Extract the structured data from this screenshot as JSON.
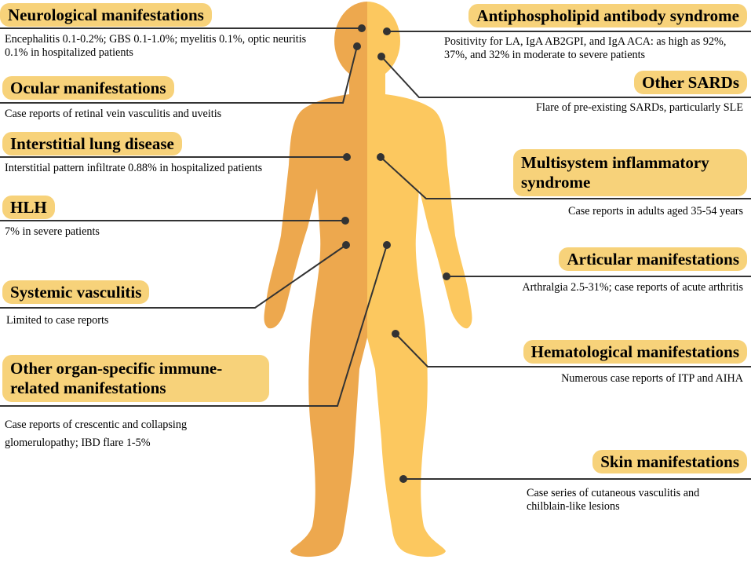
{
  "colors": {
    "body_dark": "#eda84e",
    "body_light": "#fcc85f",
    "pill": "#f7d27a",
    "line": "#333333"
  },
  "left": {
    "neuro": {
      "title": "Neurological manifestations",
      "desc": "Encephalitis 0.1-0.2%; GBS 0.1-1.0%; myelitis 0.1%, optic neuritis 0.1% in hospitalized patients"
    },
    "ocular": {
      "title": "Ocular manifestations",
      "desc": "Case reports of retinal vein vasculitis and uveitis"
    },
    "ild": {
      "title": "Interstitial lung disease",
      "desc": "Interstitial pattern infiltrate 0.88% in hospitalized patients"
    },
    "hlh": {
      "title": "HLH",
      "desc": "7% in severe patients"
    },
    "vasculitis": {
      "title": "Systemic vasculitis",
      "desc": "Limited to case reports"
    },
    "other_organ": {
      "title": "Other organ-specific immune-related manifestations",
      "desc": "Case reports of crescentic and collapsing glomerulopathy; IBD flare 1-5%"
    }
  },
  "right": {
    "aps": {
      "title": "Antiphospholipid antibody syndrome",
      "desc": "Positivity for LA, IgA AB2GPI, and IgA ACA: as high as 92%, 37%, and 32% in moderate to severe patients"
    },
    "sards": {
      "title": "Other SARDs",
      "desc": "Flare of pre-existing SARDs, particularly SLE"
    },
    "mis": {
      "title": "Multisystem inflammatory syndrome",
      "desc": "Case reports in adults aged 35-54 years"
    },
    "articular": {
      "title": "Articular manifestations",
      "desc": "Arthralgia 2.5-31%; case reports of acute arthritis"
    },
    "hema": {
      "title": "Hematological manifestations",
      "desc": "Numerous case reports of ITP and AIHA"
    },
    "skin": {
      "title": "Skin manifestations",
      "desc": "Case series of cutaneous vasculitis and chilblain-like lesions"
    }
  }
}
